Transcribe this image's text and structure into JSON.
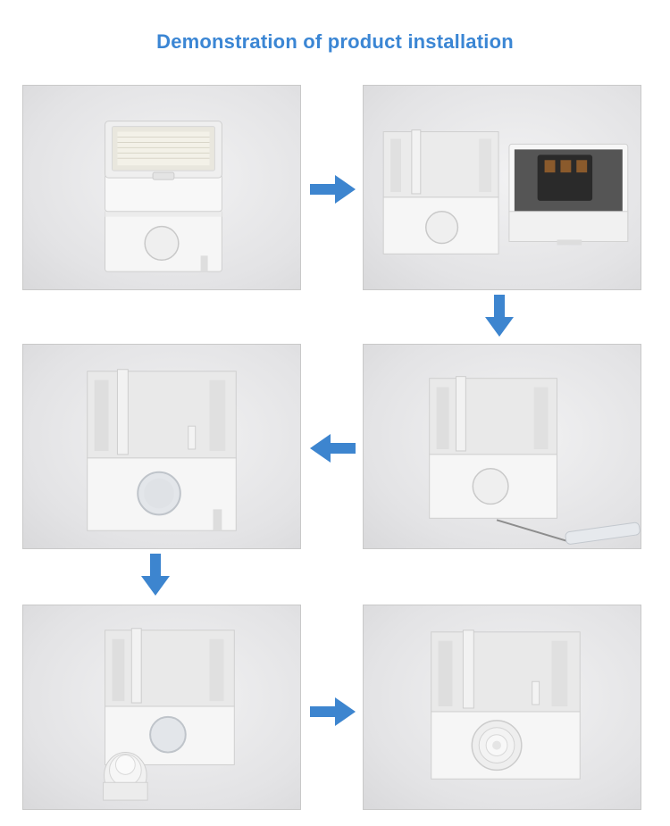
{
  "header": {
    "title": "Demonstration of product installation"
  },
  "colors": {
    "accent": "#3b86d4",
    "arrow": "#3d85cf"
  },
  "arrows": [
    "arrow-right",
    "arrow-down",
    "arrow-left",
    "arrow-down",
    "arrow-right"
  ]
}
